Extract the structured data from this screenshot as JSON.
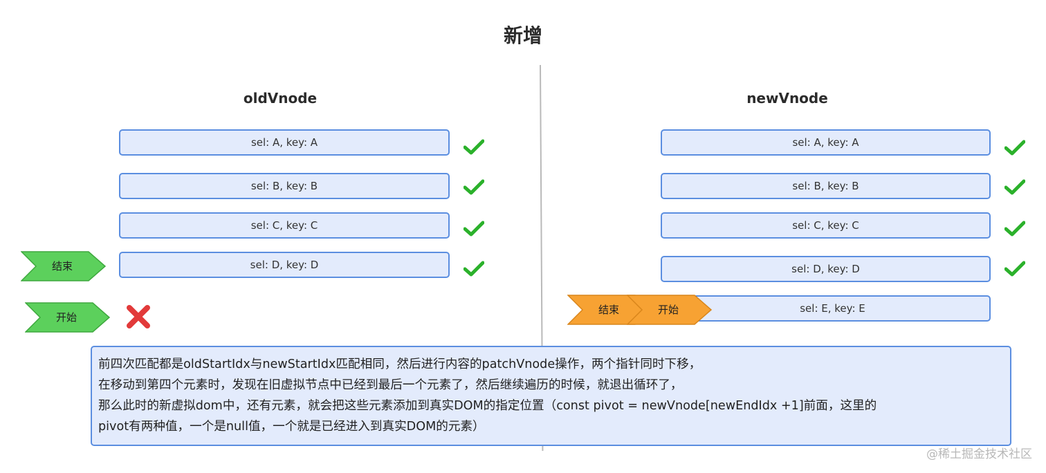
{
  "title": "新增",
  "old_column": {
    "title": "oldVnode",
    "nodes": [
      "sel: A, key: A",
      "sel: B, key: B",
      "sel: C, key: C",
      "sel: D, key: D"
    ],
    "end_label": "结束",
    "start_label": "开始"
  },
  "new_column": {
    "title": "newVnode",
    "nodes": [
      "sel: A, key: A",
      "sel: B, key: B",
      "sel: C, key: C",
      "sel: D, key: D",
      "sel: E, key: E"
    ],
    "end_label": "结束",
    "start_label": "开始"
  },
  "description": [
    "前四次匹配都是oldStartIdx与newStartIdx匹配相同，然后进行内容的patchVnode操作，两个指针同时下移，",
    "在移动到第四个元素时，发现在旧虚拟节点中已经到最后一个元素了，然后继续遍历的时候，就退出循环了，",
    "那么此时的新虚拟dom中，还有元素，就会把这些元素添加到真实DOM的指定位置（const pivot = newVnode[newEndIdx +1]前面，这里的",
    "pivot有两种值，一个是null值，一个就是已经进入到真实DOM的元素）"
  ],
  "watermark": "@稀土掘金技术社区",
  "colors": {
    "node_fill": "#e3ebfc",
    "node_border": "#5b8ee0",
    "green_arrow": "#5cd05c",
    "orange_arrow": "#f7a233",
    "check": "#2bb12b",
    "cross": "#e23a3a"
  }
}
